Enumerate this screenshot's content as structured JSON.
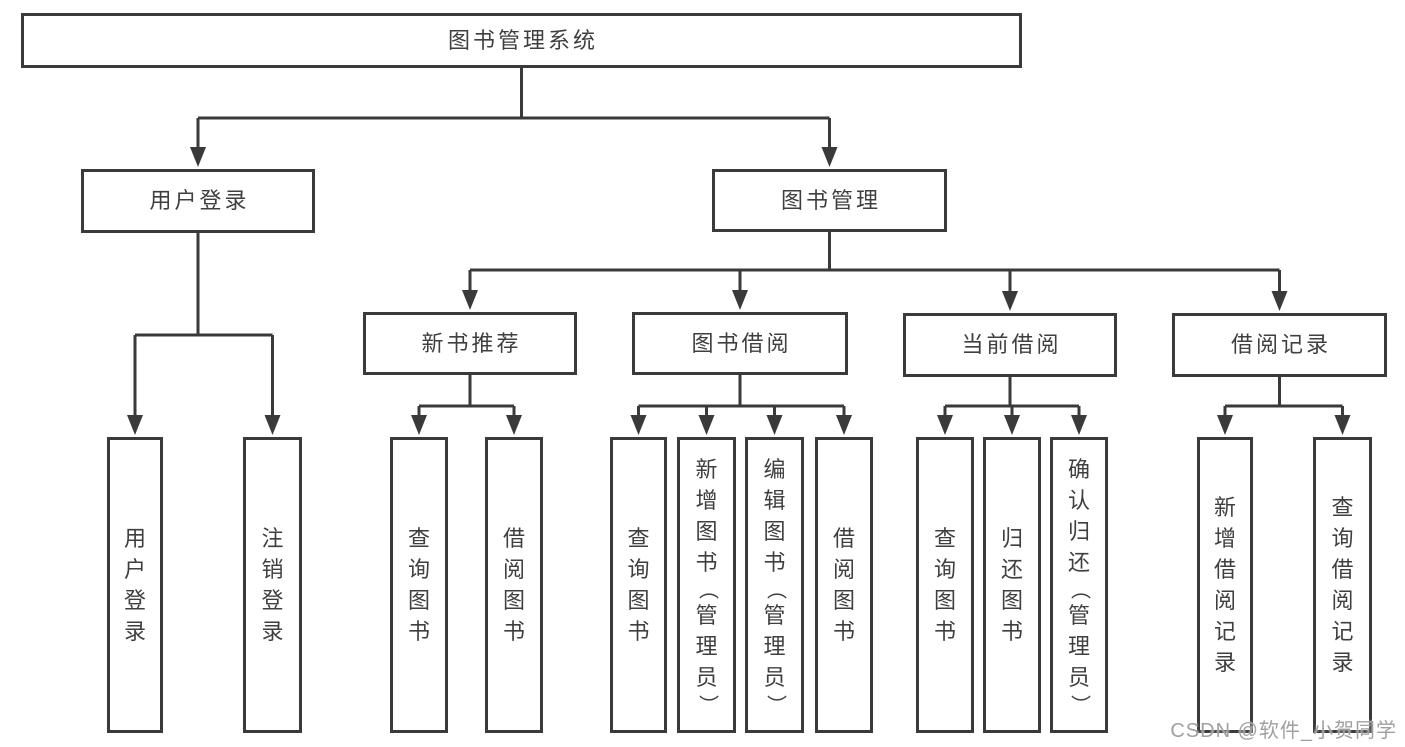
{
  "tree": {
    "label": "图书管理系统",
    "children": [
      {
        "label": "用户登录",
        "children": [
          {
            "label": "用户登录"
          },
          {
            "label": "注销登录"
          }
        ]
      },
      {
        "label": "图书管理",
        "children": [
          {
            "label": "新书推荐",
            "children": [
              {
                "label": "查询图书"
              },
              {
                "label": "借阅图书"
              }
            ]
          },
          {
            "label": "图书借阅",
            "children": [
              {
                "label": "查询图书"
              },
              {
                "label": "新增图书（管理员）"
              },
              {
                "label": "编辑图书（管理员）"
              },
              {
                "label": "借阅图书"
              }
            ]
          },
          {
            "label": "当前借阅",
            "children": [
              {
                "label": "查询图书"
              },
              {
                "label": "归还图书"
              },
              {
                "label": "确认归还（管理员）"
              }
            ]
          },
          {
            "label": "借阅记录",
            "children": [
              {
                "label": "新增借阅记录"
              },
              {
                "label": "查询借阅记录"
              }
            ]
          }
        ]
      }
    ]
  },
  "watermark": {
    "text": "CSDN @软件_小贺同学"
  },
  "colors": {
    "line": "#3a3a3a",
    "text": "#3f3f3f",
    "background": "#ffffff",
    "watermark": "#a0a0a0"
  }
}
